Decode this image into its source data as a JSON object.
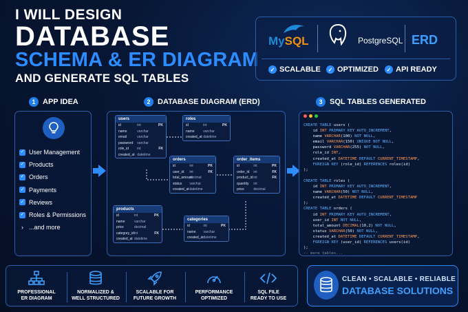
{
  "header": {
    "line1": "I WILL DESIGN",
    "line2": "DATABASE",
    "line3": "SCHEMA & ER DIAGRAM",
    "line4": "AND GENERATE SQL TABLES"
  },
  "logos": {
    "mysql_a": "My",
    "mysql_b": "SQL",
    "postgres": "PostgreSQL",
    "erd": "ERD"
  },
  "features": [
    "SCALABLE",
    "OPTIMIZED",
    "API READY"
  ],
  "sections": [
    {
      "num": "1",
      "title": "APP IDEA"
    },
    {
      "num": "2",
      "title": "DATABASE DIAGRAM (ERD)"
    },
    {
      "num": "3",
      "title": "SQL TABLES GENERATED"
    }
  ],
  "app_idea": {
    "items": [
      "User Management",
      "Products",
      "Orders",
      "Payments",
      "Reviews",
      "Roles & Permissions"
    ],
    "more": "...and more"
  },
  "erd": {
    "tables": [
      {
        "name": "users",
        "rows": [
          [
            "id",
            "int",
            "PK"
          ],
          [
            "name",
            "varchar",
            ""
          ],
          [
            "email",
            "varchar",
            ""
          ],
          [
            "password",
            "varchar",
            ""
          ],
          [
            "role_id",
            "int",
            "FK"
          ],
          [
            "created_at",
            "datetime",
            ""
          ]
        ]
      },
      {
        "name": "roles",
        "rows": [
          [
            "id",
            "int",
            "PK"
          ],
          [
            "name",
            "varchar",
            ""
          ],
          [
            "created_at",
            "datetime",
            ""
          ]
        ]
      },
      {
        "name": "orders",
        "rows": [
          [
            "id",
            "int",
            "PK"
          ],
          [
            "user_id",
            "int",
            "FK"
          ],
          [
            "total_amount",
            "decimal",
            ""
          ],
          [
            "status",
            "varchar",
            ""
          ],
          [
            "created_at",
            "datetime",
            ""
          ]
        ]
      },
      {
        "name": "order_items",
        "rows": [
          [
            "id",
            "int",
            "PK"
          ],
          [
            "order_id",
            "int",
            "FK"
          ],
          [
            "product_id",
            "int",
            "FK"
          ],
          [
            "quantity",
            "int",
            ""
          ],
          [
            "price",
            "decimal",
            ""
          ]
        ]
      },
      {
        "name": "products",
        "rows": [
          [
            "id",
            "int",
            "PK"
          ],
          [
            "name",
            "varchar",
            ""
          ],
          [
            "price",
            "decimal",
            ""
          ],
          [
            "category_id",
            "int",
            "FK"
          ],
          [
            "created_at",
            "datetime",
            ""
          ]
        ]
      },
      {
        "name": "categories",
        "rows": [
          [
            "id",
            "int",
            "PK"
          ],
          [
            "name",
            "varchar",
            ""
          ],
          [
            "created_at",
            "datetime",
            ""
          ]
        ]
      }
    ]
  },
  "sql": {
    "lines": [
      "CREATE TABLE users (",
      "    id INT PRIMARY KEY AUTO_INCREMENT,",
      "    name VARCHAR(100) NOT NULL,",
      "    email VARCHAR(150) UNIQUE NOT NULL,",
      "    password VARCHAR(255) NOT NULL,",
      "    role_id INT,",
      "    created_at DATETIME DEFAULT CURRENT_TIMESTAMP,",
      "    FOREIGN KEY (role_id) REFERENCES roles(id)",
      ");",
      "",
      "CREATE TABLE roles (",
      "    id INT PRIMARY KEY AUTO_INCREMENT,",
      "    name VARCHAR(50) NOT NULL,",
      "    created_at DATETIME DEFAULT CURRENT_TIMESTAMP",
      ");",
      "CREATE TABLE orders (",
      "    id INT PRIMARY KEY AUTO_INCREMENT,",
      "    user_id INT NOT NULL,",
      "    total_amount DECIMAL(10,2) NOT NULL,",
      "    status VARCHAR(50) NOT NULL,",
      "    created_at DATETIME DEFAULT CURRENT_TIMESTAMP,",
      "    FOREIGN KEY (user_id) REFERENCES users(id)",
      ");"
    ],
    "more": "-- more tables..."
  },
  "bottom": [
    {
      "l1": "PROFESSIONAL",
      "l2": "ER DIAGRAM",
      "icon": "hierarchy-icon"
    },
    {
      "l1": "NORMALIZED &",
      "l2": "WELL STRUCTURED",
      "icon": "layers-icon"
    },
    {
      "l1": "SCALABLE FOR",
      "l2": "FUTURE GROWTH",
      "icon": "rocket-icon"
    },
    {
      "l1": "PERFORMANCE",
      "l2": "OPTIMIZED",
      "icon": "gauge-icon"
    },
    {
      "l1": "SQL FILE",
      "l2": "READY TO USE",
      "icon": "code-icon"
    }
  ],
  "cta": {
    "line1": "CLEAN • SCALABLE • RELIABLE",
    "line2": "DATABASE SOLUTIONS"
  },
  "colors": {
    "accent": "#2d8cff",
    "background": "#06122a",
    "keyword": "#5fb2ff",
    "type": "#ff9b5a"
  }
}
